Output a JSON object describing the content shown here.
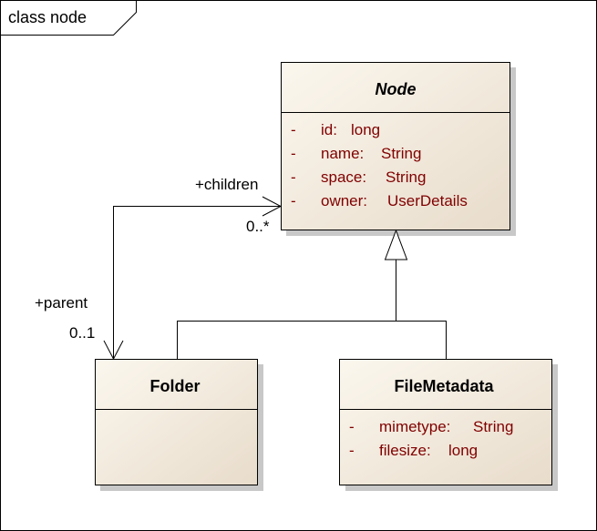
{
  "frame": {
    "title": "class node"
  },
  "classes": {
    "node": {
      "name": "Node",
      "abstract": true,
      "attributes": [
        {
          "visibility": "-",
          "name": "id:",
          "type": "long"
        },
        {
          "visibility": "-",
          "name": "name:",
          "type": "String"
        },
        {
          "visibility": "-",
          "name": "space:",
          "type": "String"
        },
        {
          "visibility": "-",
          "name": "owner:",
          "type": "UserDetails"
        }
      ]
    },
    "folder": {
      "name": "Folder",
      "abstract": false,
      "attributes": []
    },
    "filemetadata": {
      "name": "FileMetadata",
      "abstract": false,
      "attributes": [
        {
          "visibility": "-",
          "name": "mimetype:",
          "type": "String"
        },
        {
          "visibility": "-",
          "name": "filesize:",
          "type": "long"
        }
      ]
    }
  },
  "association": {
    "children_role": "+children",
    "children_multiplicity": "0..*",
    "parent_role": "+parent",
    "parent_multiplicity": "0..1"
  },
  "colors": {
    "class_fill_light": "#fbf7ee",
    "class_fill_dark": "#e8dccb",
    "attribute_text": "#800000",
    "shadow": "#c8c8c8"
  }
}
